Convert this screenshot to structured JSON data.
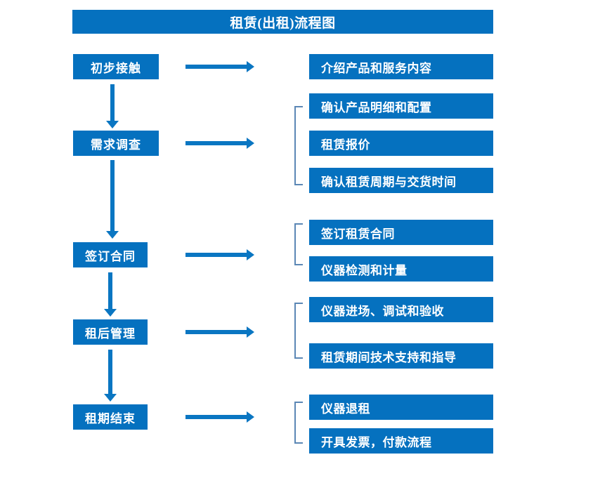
{
  "diagram": {
    "title": "租赁(出租)流程图",
    "colors": {
      "box_fill": "#0571BF",
      "box_text": "#FFFFFF",
      "arrow": "#0A76C2",
      "bracket": "#5B87B5",
      "background": "#FFFFFF"
    },
    "stages": [
      {
        "id": "stage-1",
        "label": "初步接触"
      },
      {
        "id": "stage-2",
        "label": "需求调查"
      },
      {
        "id": "stage-3",
        "label": "签订合同"
      },
      {
        "id": "stage-4",
        "label": "租后管理"
      },
      {
        "id": "stage-5",
        "label": "租期结束"
      }
    ],
    "details": [
      {
        "id": "detail-1",
        "label": "介绍产品和服务内容"
      },
      {
        "id": "detail-2",
        "label": "确认产品明细和配置"
      },
      {
        "id": "detail-3",
        "label": "租赁报价"
      },
      {
        "id": "detail-4",
        "label": "确认租赁周期与交货时间"
      },
      {
        "id": "detail-5",
        "label": "签订租赁合同"
      },
      {
        "id": "detail-6",
        "label": "仪器检测和计量"
      },
      {
        "id": "detail-7",
        "label": "仪器进场、调试和验收"
      },
      {
        "id": "detail-8",
        "label": "租赁期间技术支持和指导"
      },
      {
        "id": "detail-9",
        "label": "仪器退租"
      },
      {
        "id": "detail-10",
        "label": "开具发票，付款流程"
      }
    ],
    "groups": [
      {
        "id": "group-demand",
        "members": [
          "detail-2",
          "detail-3",
          "detail-4"
        ]
      },
      {
        "id": "group-contract",
        "members": [
          "detail-5",
          "detail-6"
        ]
      },
      {
        "id": "group-aftercare",
        "members": [
          "detail-7",
          "detail-8"
        ]
      },
      {
        "id": "group-end",
        "members": [
          "detail-9",
          "detail-10"
        ]
      }
    ],
    "connectors": {
      "horizontal_count": 5,
      "vertical_count": 4
    }
  }
}
